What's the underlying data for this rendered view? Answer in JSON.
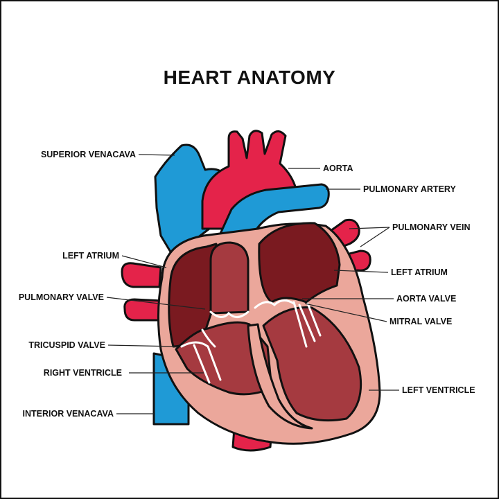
{
  "title": "HEART ANATOMY",
  "colors": {
    "deoxygenated_blue": "#1f9ad6",
    "oxygenated_red": "#e4234a",
    "muscle_pink": "#eba79b",
    "chamber_dark": "#7a1a20",
    "chamber_mid": "#a53a40",
    "outline": "#111111"
  },
  "labels": {
    "superior_venacava": "SUPERIOR VENACAVA",
    "aorta": "AORTA",
    "pulmonary_artery": "PULMONARY ARTERY",
    "pulmonary_vein": "PULMONARY VEIN",
    "left_atrium_left": "LEFT ATRIUM",
    "left_atrium_right": "LEFT ATRIUM",
    "pulmonary_valve": "PULMONARY VALVE",
    "aorta_valve": "AORTA VALVE",
    "mitral_valve": "MITRAL VALVE",
    "tricuspid_valve": "TRICUSPID VALVE",
    "right_ventricle": "RIGHT VENTRICLE",
    "left_ventricle": "LEFT VENTRICLE",
    "interior_venacava": "INTERIOR VENACAVA"
  }
}
